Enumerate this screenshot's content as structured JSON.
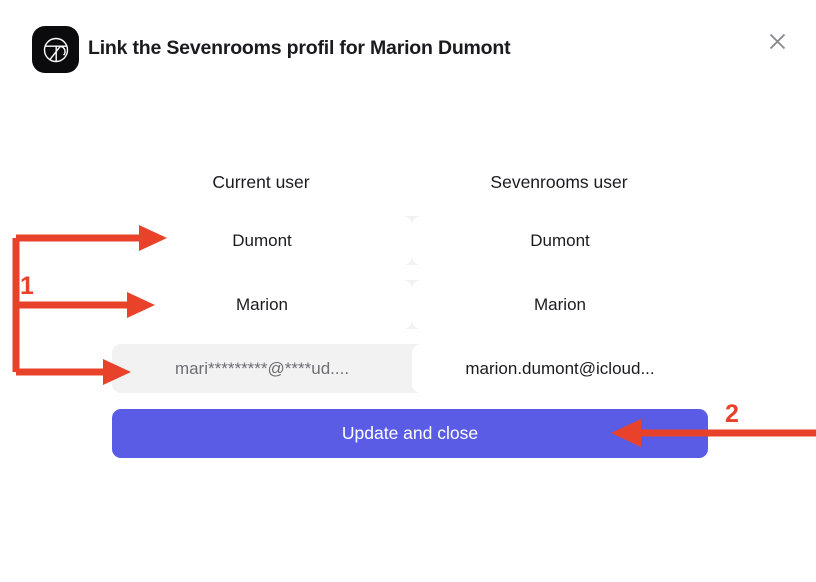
{
  "dialog": {
    "title": "Link the Sevenrooms profil for Marion Dumont",
    "logo_icon": "sevenrooms-aperture-logo-icon",
    "close_icon": "close-x-icon"
  },
  "columns": {
    "left_header": "Current user",
    "right_header": "Sevenrooms user"
  },
  "rows": [
    {
      "field": "last-name",
      "current_user": "Dumont",
      "sevenrooms_user": "Dumont",
      "masked": false
    },
    {
      "field": "first-name",
      "current_user": "Marion",
      "sevenrooms_user": "Marion",
      "masked": false
    },
    {
      "field": "email",
      "current_user": "mari*********@****ud....",
      "sevenrooms_user": "marion.dumont@icloud...",
      "masked": true
    }
  ],
  "actions": {
    "submit_label": "Update and close"
  },
  "annotations": [
    {
      "label": "1",
      "target": "current-user-fields",
      "arrow_direction": "right"
    },
    {
      "label": "2",
      "target": "update-and-close-button",
      "arrow_direction": "left"
    }
  ],
  "colors": {
    "accent_button": "#5a5ce6",
    "annotation_red": "#e8422b",
    "field_background": "#ffffff",
    "row_background": "#f2f2f3",
    "text_primary": "#1b1b1f",
    "text_muted": "#6e6e73"
  }
}
